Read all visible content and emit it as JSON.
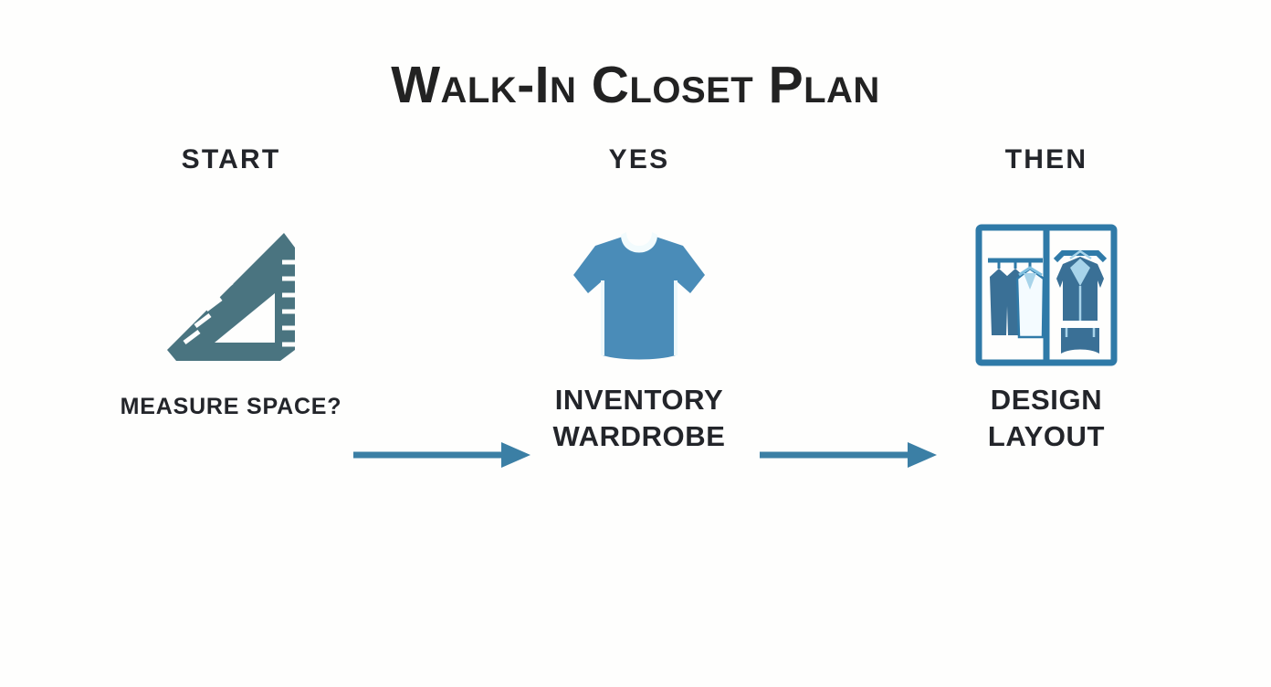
{
  "page": {
    "title": "Walk-In Closet Plan",
    "background_color": "#fefefd",
    "text_color": "#23252a"
  },
  "colors": {
    "arrow": "#3b7fa5",
    "ruler": "#4a7480",
    "tshirt": "#4a8cb8",
    "closet_frame": "#2f7aa8",
    "closet_garment_dark": "#3a7096",
    "closet_garment_light": "#a8d4ea",
    "closet_garment_white": "#f4fbff",
    "title_text": "#222222"
  },
  "flow": {
    "nodes": [
      {
        "id": "measure-space",
        "top_label": "START",
        "caption": "MEASURE SPACE?",
        "icon": "ruler-triangle-icon"
      },
      {
        "id": "inventory-wardrobe",
        "top_label": "YES",
        "caption": "INVENTORY\nWARDROBE",
        "icon": "tshirt-icon"
      },
      {
        "id": "design-layout",
        "top_label": "THEN",
        "caption": "DESIGN\nLAYOUT",
        "icon": "closet-wardrobe-icon"
      }
    ],
    "connectors": [
      {
        "id": "connector-1",
        "type": "arrow-right-icon",
        "from": "measure-space",
        "to": "inventory-wardrobe"
      },
      {
        "id": "connector-2",
        "type": "arrow-right-icon",
        "from": "inventory-wardrobe",
        "to": "design-layout"
      }
    ]
  }
}
